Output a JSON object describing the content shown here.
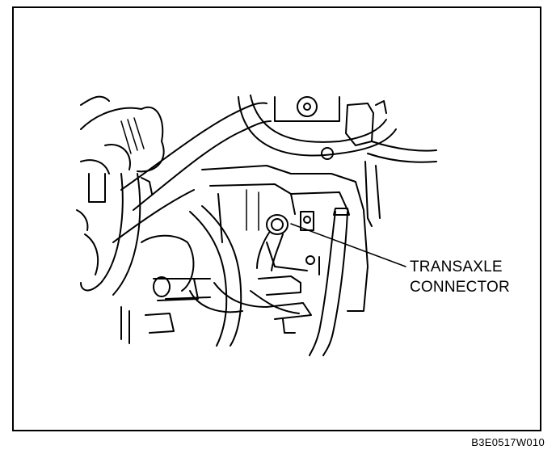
{
  "callout": {
    "line1": "TRANSAXLE",
    "line2": "CONNECTOR"
  },
  "figure_code": "B3E0517W010",
  "colors": {
    "ink": "#000000",
    "paper": "#ffffff"
  }
}
